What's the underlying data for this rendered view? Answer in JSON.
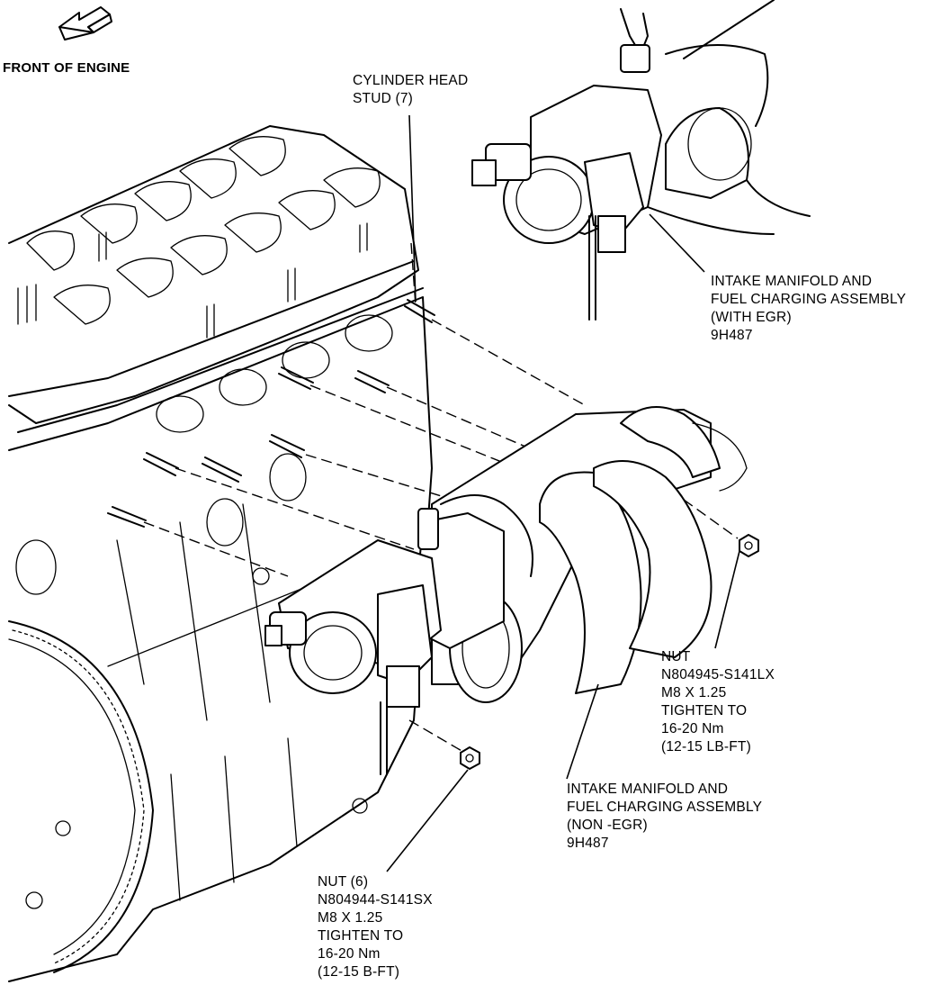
{
  "orientation": {
    "front_label": "FRONT OF ENGINE",
    "arrow_icon": "front-arrow-icon"
  },
  "labels": {
    "cylinder_head_stud": [
      "CYLINDER HEAD",
      "STUD (7)"
    ],
    "manifold_with_egr": [
      "INTAKE MANIFOLD AND",
      "FUEL CHARGING ASSEMBLY",
      "(WITH EGR)",
      "9H487"
    ],
    "nut_upper": [
      "NUT",
      "N804945-S141LX",
      "M8 X 1.25",
      "TIGHTEN TO",
      "16-20 Nm",
      "(12-15 LB-FT)"
    ],
    "manifold_non_egr": [
      "INTAKE MANIFOLD AND",
      "FUEL CHARGING ASSEMBLY",
      "(NON -EGR)",
      "9H487"
    ],
    "nut_lower": [
      "NUT (6)",
      "N804944-S141SX",
      "M8 X 1.25",
      "TIGHTEN TO",
      "16-20 Nm",
      "(12-15 B-FT)"
    ]
  }
}
